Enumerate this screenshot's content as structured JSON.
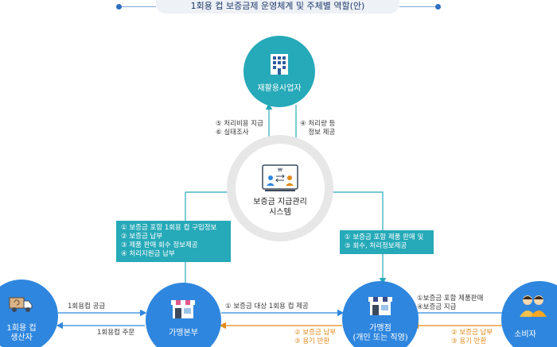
{
  "title": "1회용 컵 보증금제 운영체계 및 주체별 역할(안)",
  "nodes": {
    "recycler": "재활용사업자",
    "system_line1": "보증금 지급관리",
    "system_line2": "시스템",
    "producer_line1": "1회용 컵",
    "producer_line2": "생산자",
    "franchise_hq": "가맹본부",
    "store_line1": "가맹점",
    "store_line2": "(개인 또는 직영)",
    "consumer": "소비자"
  },
  "recycler_to_system": {
    "line1": "⑤ 처리비용 지급",
    "line2": "⑥ 실태조사"
  },
  "system_from_recycler": {
    "line1": "④ 처리량 등",
    "line2": "정보 제공"
  },
  "hq_box": [
    "① 보증금 포함 1회용 컵 구입정보",
    "② 보증금 납부",
    "③ 제품 판매 회수 정보제공",
    "④ 처리지원금 납부"
  ],
  "store_box": [
    "① 보증금 포함 제품 판매 및",
    "③ 회수, 처리정보제공"
  ],
  "producer_hq": {
    "supply": "1회용컵 공급",
    "order": "1회용컵 주문"
  },
  "hq_store": {
    "provide": "① 보증금 대상 1회용 컵 제공",
    "pay": "② 보증금 납부",
    "return": "③ 용기 반환"
  },
  "store_consumer": {
    "sell": "①보증금 포함 제품판매",
    "refund": "④보증금 지급",
    "pay": "② 보증금 납부",
    "return": "③ 용기 반환"
  },
  "colors": {
    "teal": "#26a9b8",
    "blue": "#2f86de",
    "orange": "#e38a1b",
    "ring": "#e7e7e7"
  },
  "icons": {
    "recycler": "building-icon",
    "system": "exchange-icon",
    "producer": "truck-icon",
    "franchise_hq": "storefront-icon",
    "store": "storefront-icon",
    "consumer": "people-icon"
  }
}
